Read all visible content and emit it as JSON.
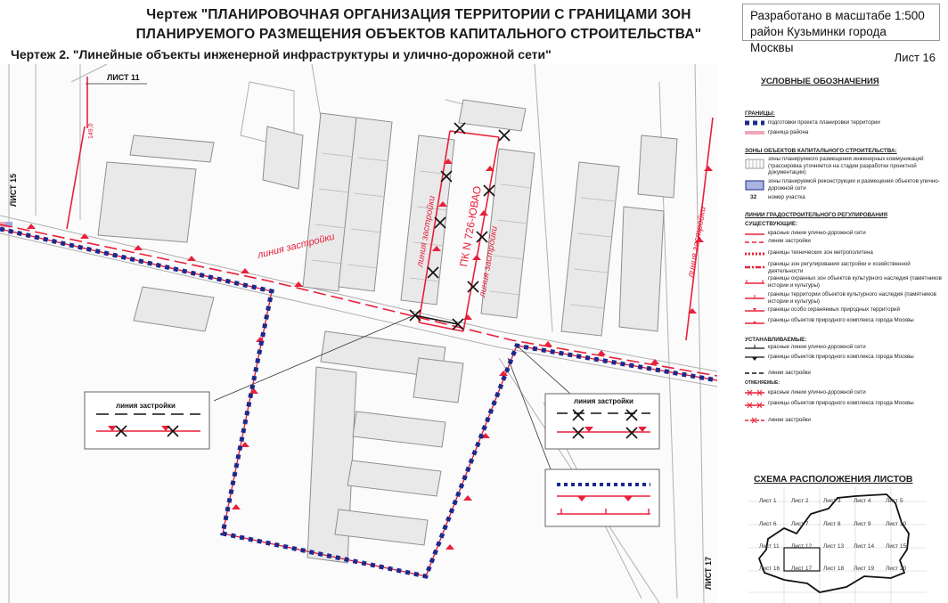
{
  "header": {
    "title_line1": "Чертеж \"ПЛАНИРОВОЧНАЯ ОРГАНИЗАЦИЯ ТЕРРИТОРИИ С ГРАНИЦАМИ ЗОН",
    "title_line2": "ПЛАНИРУЕМОГО РАЗМЕЩЕНИЯ ОБЪЕКТОВ КАПИТАЛЬНОГО СТРОИТЕЛЬСТВА\"",
    "subtitle": "Чертеж 2. \"Линейные объекты инженерной инфраструктуры и улично-дорожной сети\"",
    "scale_line1": "Разработано в масштабе 1:500",
    "scale_line2": "район Кузьминки города Москвы",
    "sheet": "Лист 16"
  },
  "map": {
    "sheet_11": "ЛИСТ 11",
    "sheet_15": "ЛИСТ 15",
    "sheet_17": "ЛИСТ 17",
    "build_line_main": "линия застройки",
    "build_line_west": "линия застройки",
    "build_line_east": "линия застройки",
    "build_line_right": "линия застройки",
    "pk_label": "ПК N 726-ЮВАО",
    "dim_label": "149,0",
    "callout1_title": "линия застройки",
    "callout2_title": "линия застройки"
  },
  "legend": {
    "title": "УСЛОВНЫЕ ОБОЗНАЧЕНИЯ",
    "sec_borders": "ГРАНИЦЫ:",
    "border_project": "подготовки проекта планировки территории",
    "border_district": "граница района",
    "sec_zones": "ЗОНЫ ОБЪЕКТОВ КАПИТАЛЬНОГО СТРОИТЕЛЬСТВА:",
    "zone_utilities": "зоны планируемого размещения инженерных коммуникаций (трассировка уточняется на стадии разработки проектной документации)",
    "zone_roads": "зоны планируемой реконструкции и размещения объектов улично-дорожной сети",
    "plot_number_value": "32",
    "plot_number": "номер участка",
    "sec_lines": "ЛИНИИ ГРАДОСТРОИТЕЛЬНОГО РЕГУЛИРОВАНИЯ",
    "sub_existing": "СУЩЕСТВУЮЩИЕ:",
    "ex_red": "красные линии улично-дорожной сети",
    "ex_build": "линии застройки",
    "ex_metro": "границы технических зон метрополитена",
    "ex_zones": "границы зон регулирования застройки и хозяйственной деятельности",
    "ex_protect": "границы охранных зон объектов культурного наследия (памятников истории и культуры)",
    "ex_heritage": "границы территории объектов культурного наследия (памятников истории и культуры)",
    "ex_nature_prot": "границы особо охраняемых природных территорий",
    "ex_nature": "границы объектов природного комплекса города Москвы",
    "sub_established": "УСТАНАВЛИВАЕМЫЕ:",
    "new_red": "красные линии улично-дорожной сети",
    "new_nature": "границы объектов природного комплекса города Москвы",
    "new_build": "линии застройки",
    "sub_cancelled": "ОТМЕНЯЕМЫЕ:",
    "can_red": "красные линии улично-дорожной сети",
    "can_nature": "границы объектов природного комплекса города Москвы",
    "can_build": "линии застройки",
    "sheets_title": "СХЕМА РАСПОЛОЖЕНИЯ ЛИСТОВ",
    "sheets": [
      "Лист 1",
      "Лист 2",
      "Лист 3",
      "Лист 4",
      "Лист 5",
      "Лист 6",
      "Лист 7",
      "Лист 8",
      "Лист 9",
      "Лист 10",
      "Лист 11",
      "Лист 12",
      "Лист 13",
      "Лист 14",
      "Лист 15",
      "Лист 16",
      "Лист 17",
      "Лист 18",
      "Лист 19",
      "Лист 20"
    ]
  },
  "colors": {
    "red_line": "#e8203a",
    "blue_dash": "#1b2a8c",
    "building_fill": "#e6e6e6",
    "building_stroke": "#9a9a9a",
    "pink_boundary": "#f2a6b8"
  }
}
